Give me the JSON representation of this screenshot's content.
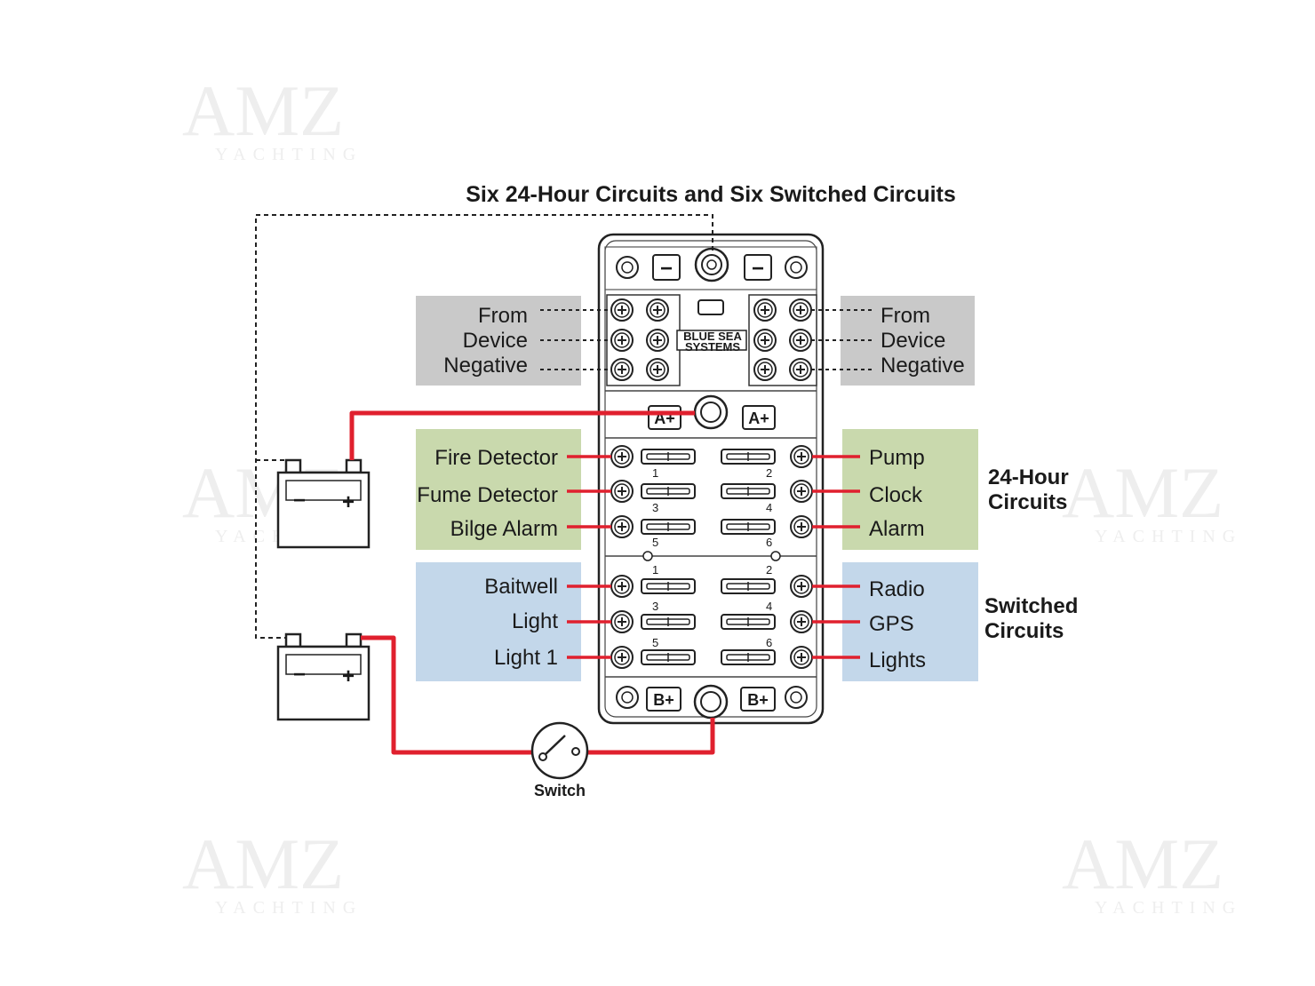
{
  "title": "Six 24-Hour Circuits and Six Switched Circuits",
  "watermark": {
    "brand": "AMZ",
    "sub": "YACHTING"
  },
  "panel": {
    "negative_label": "−",
    "a_plus_label": "A+",
    "b_plus_label": "B+",
    "brand_line1": "BLUE SEA",
    "brand_line2": "SYSTEMS",
    "fuse_numbers": [
      "1",
      "2",
      "3",
      "4",
      "5",
      "6"
    ]
  },
  "negative_left": [
    "From",
    "Device",
    "Negative"
  ],
  "negative_right": [
    "From",
    "Device",
    "Negative"
  ],
  "hour24_left": [
    "Fire Detector",
    "Fume Detector",
    "Bilge Alarm"
  ],
  "hour24_right": [
    "Pump",
    "Clock",
    "Alarm"
  ],
  "hour24_group": [
    "24-Hour",
    "Circuits"
  ],
  "switched_left": [
    "Baitwell",
    "Light",
    "Light 1"
  ],
  "switched_right": [
    "Radio",
    "GPS",
    "Lights"
  ],
  "switched_group": [
    "Switched",
    "Circuits"
  ],
  "switch_label": "Switch",
  "colors": {
    "wire_red": "#e0202e",
    "negative_bg": "#c9c9c9",
    "hour24_bg": "#c9d9ad",
    "switched_bg": "#c3d7ea"
  }
}
